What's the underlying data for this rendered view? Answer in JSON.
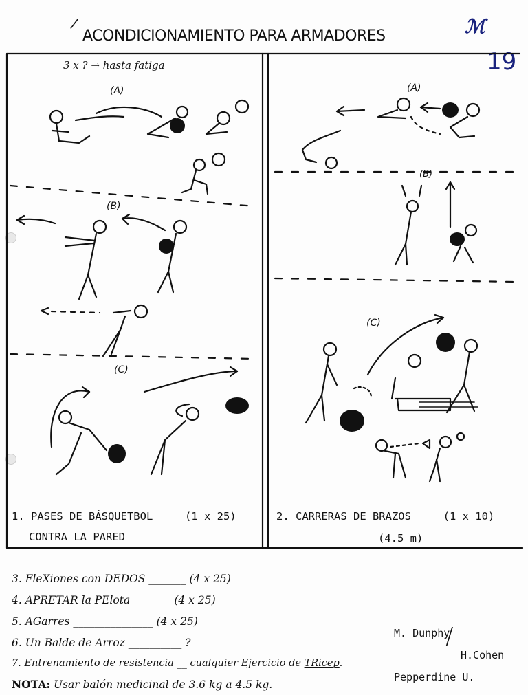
{
  "header": {
    "title": "ACONDICIONAMIENTO PARA ARMADORES",
    "initials": "ℳ",
    "page_number": "19"
  },
  "panel_left": {
    "note": "3 x ? → hasta fatiga",
    "labels": [
      "(A)",
      "(B)",
      "(C)"
    ],
    "caption_line1": "1. PASES DE BÁSQUETBOL ___ (1 x 25)",
    "caption_line2": "CONTRA LA PARED"
  },
  "panel_right": {
    "labels": [
      "(A)",
      "(B)",
      "(C)"
    ],
    "caption_line1": "2. CARRERAS DE BRAZOS ___ (1 x 10)",
    "caption_line2": "(4.5 m)"
  },
  "list": {
    "items": [
      "3. FleXiones con DEDOS _______ (4 x 25)",
      "4. APRETAR la PElota _______ (4 x 25)",
      "5. AGarres _______________ (4 x 25)",
      "6. Un Balde de Arroz __________ ?",
      "7. Entrenamiento de resistencia __ cualquier Ejercicio de "
    ],
    "item7_tail": "TRicep",
    "item7_end": ".",
    "nota_label": "NOTA:",
    "nota_text": " Usar balón medicinal de 3.6 kg a 4.5 kg."
  },
  "credits": {
    "name1": "M. Dunphy",
    "name2": "H.Cohen",
    "school": "Pepperdine U."
  }
}
